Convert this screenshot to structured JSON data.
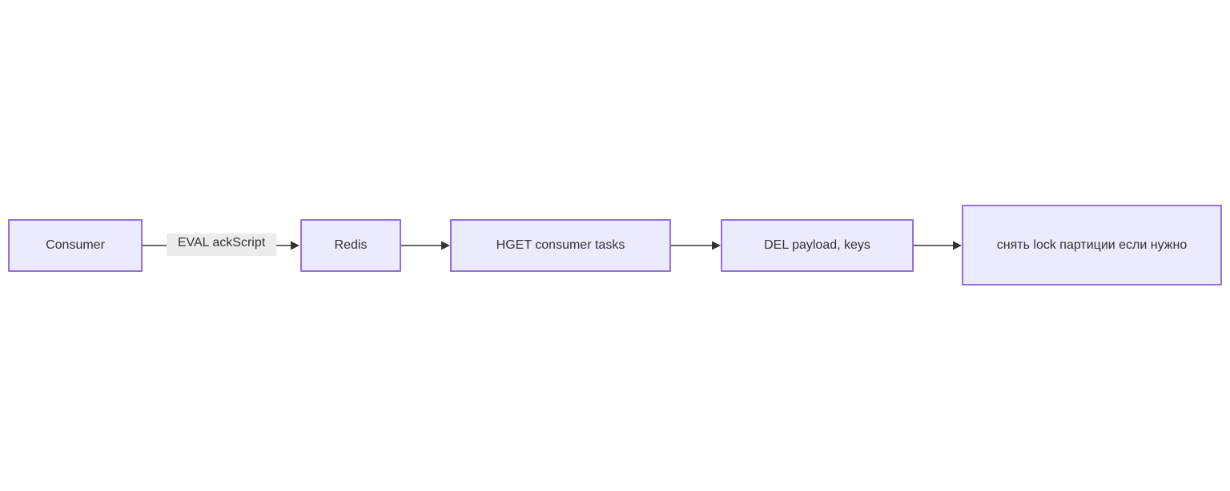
{
  "diagram": {
    "type": "flowchart",
    "direction": "left-to-right",
    "background_color": "#FFFFFF",
    "node_fill_color": "#ECEAFD",
    "node_border_color": "#9370DB",
    "node_text_color": "#333333",
    "edge_color": "#333333",
    "edge_label_background": "#ECECEC",
    "nodes": [
      {
        "id": "consumer",
        "label": "Consumer"
      },
      {
        "id": "redis",
        "label": "Redis"
      },
      {
        "id": "hget",
        "label": "HGET consumer tasks"
      },
      {
        "id": "del",
        "label": "DEL payload, keys"
      },
      {
        "id": "unlock",
        "label": "снять lock партиции если нужно"
      }
    ],
    "edges": [
      {
        "from": "consumer",
        "to": "redis",
        "label": "EVAL ackScript"
      },
      {
        "from": "redis",
        "to": "hget",
        "label": ""
      },
      {
        "from": "hget",
        "to": "del",
        "label": ""
      },
      {
        "from": "del",
        "to": "unlock",
        "label": ""
      }
    ]
  }
}
